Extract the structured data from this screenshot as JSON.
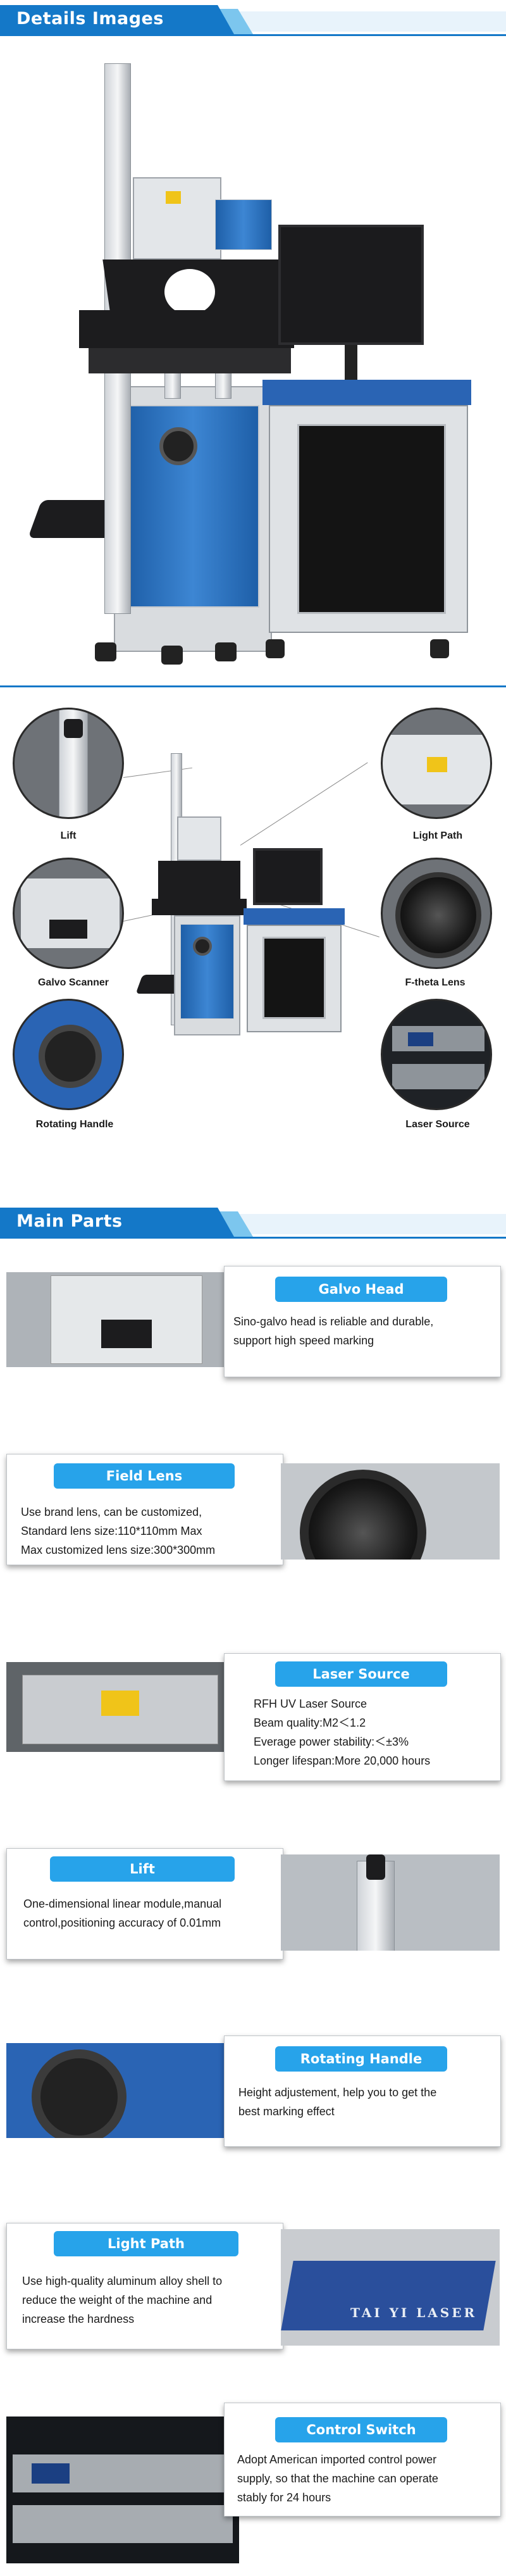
{
  "sections": {
    "details_title": "Details Images",
    "main_parts_title": "Main Parts"
  },
  "details": {
    "labels": {
      "lift": "Lift",
      "light_path": "Light Path",
      "galvo_scanner": "Galvo Scanner",
      "ftheta_lens": "F-theta Lens",
      "rotating_handle": "Rotating Handle",
      "laser_source": "Laser Source"
    }
  },
  "parts": [
    {
      "title": "Galvo Head",
      "lines": [
        "Sino-galvo head is reliable and durable,",
        "support high speed marking"
      ]
    },
    {
      "title": "Field Lens",
      "lines": [
        "Use brand lens, can be customized,",
        "Standard lens size:110*110mm Max",
        "Max customized lens size:300*300mm"
      ]
    },
    {
      "title": "Laser Source",
      "lines": [
        "RFH UV Laser Source",
        "Beam quality:M2＜1.2",
        "Everage power stability:＜±3%",
        "Longer lifespan:More 20,000 hours"
      ]
    },
    {
      "title": "Lift",
      "lines": [
        "One-dimensional linear module,manual",
        "control,positioning accuracy of 0.01mm"
      ]
    },
    {
      "title": "Rotating Handle",
      "lines": [
        "Height adjustement, help you to get the",
        "best marking effect"
      ]
    },
    {
      "title": "Light Path",
      "lines": [
        "Use high-quality aluminum alloy shell to",
        "reduce the weight of the machine and",
        "increase the hardness"
      ]
    },
    {
      "title": "Control Switch",
      "lines": [
        "Adopt American imported control power",
        "supply, so that the machine can operate",
        "stably for 24 hours"
      ]
    }
  ],
  "photo_text": {
    "light_path_brand": "TAI YI LASER"
  },
  "colors": {
    "brand_blue": "#1478c8",
    "pill_blue": "#27a3ea",
    "cabinet_blue": "#2a64b4"
  }
}
